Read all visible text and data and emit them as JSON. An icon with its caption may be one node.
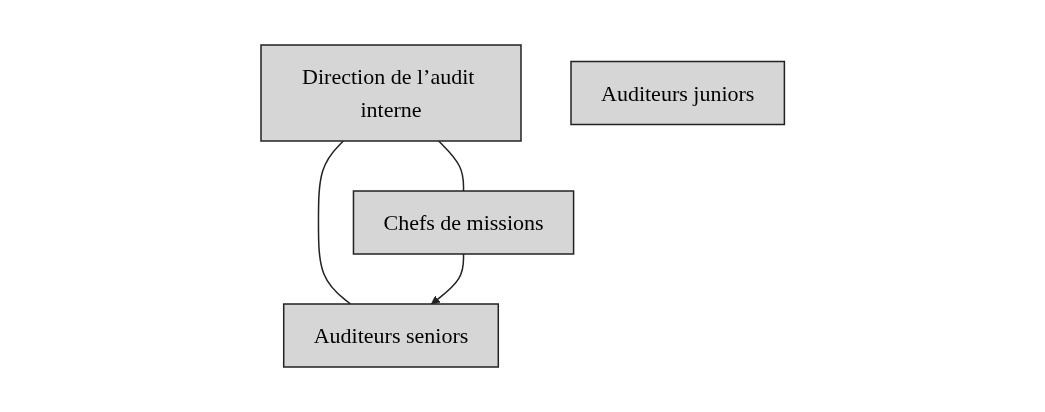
{
  "diagram": {
    "nodes": [
      {
        "text": [
          "Direction de l’audit interne"
        ]
      },
      {
        "text": [
          "Chefs de missions"
        ]
      },
      {
        "text": [
          "Auditeurs seniors"
        ]
      },
      {
        "text": [
          "Auditeurs juniors"
        ]
      }
    ],
    "edges": [
      {
        "from": 0,
        "to": 1,
        "arrow": "none"
      },
      {
        "from": 0,
        "to": 2,
        "arrow": "none"
      },
      {
        "from": 1,
        "to": 2,
        "arrow": "to"
      }
    ]
  }
}
